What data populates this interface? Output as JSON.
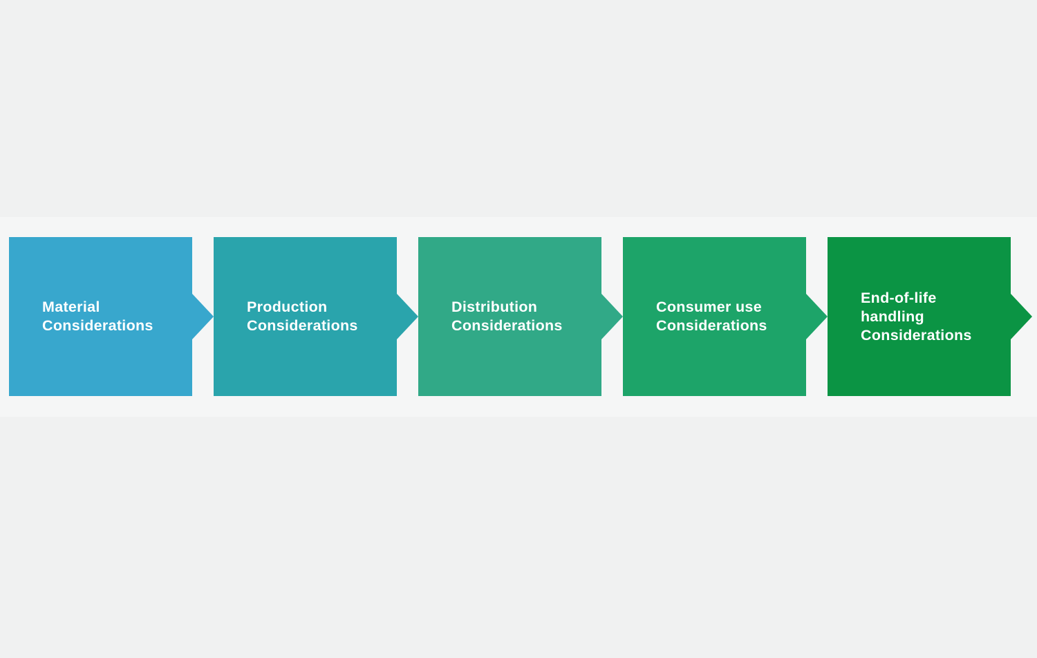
{
  "diagram": {
    "type": "process-flow",
    "colors": {
      "page_background": "#f0f1f1",
      "band_background": "#f5f6f6",
      "step_text": "#ffffff"
    },
    "steps": [
      {
        "label": "Material\nConsiderations",
        "color": "#38a7cd"
      },
      {
        "label": "Production\nConsiderations",
        "color": "#2aa4ac"
      },
      {
        "label": "Distribution\nConsiderations",
        "color": "#31a987"
      },
      {
        "label": "Consumer use\nConsiderations",
        "color": "#1da469"
      },
      {
        "label": "End-of-life\nhandling\nConsiderations",
        "color": "#0b9444"
      }
    ]
  }
}
